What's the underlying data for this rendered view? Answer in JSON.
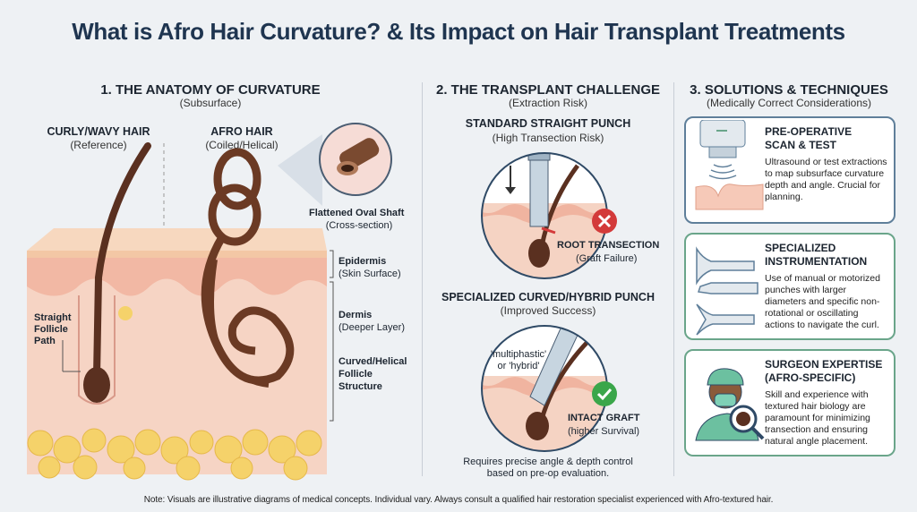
{
  "title": "What is Afro Hair Curvature? & Its Impact on Hair Transplant Treatments",
  "section1": {
    "heading": "1. THE ANATOMY OF CURVATURE",
    "subheading": "(Subsurface)",
    "curly": {
      "title": "CURLY/WAVY HAIR",
      "subtitle": "(Reference)"
    },
    "afro": {
      "title": "AFRO HAIR",
      "subtitle": "(Coiled/Helical)"
    },
    "shaft": {
      "title": "Flattened Oval Shaft",
      "subtitle": "(Cross-section)"
    },
    "epidermis": {
      "title": "Epidermis",
      "subtitle": "(Skin Surface)"
    },
    "dermis": {
      "title": "Dermis",
      "subtitle": "(Deeper Layer)"
    },
    "follicle": {
      "line1": "Curved/Helical",
      "line2": "Follicle",
      "line3": "Structure"
    },
    "straight": {
      "line1": "Straight",
      "line2": "Follicle",
      "line3": "Path"
    }
  },
  "section2": {
    "heading": "2. THE TRANSPLANT CHALLENGE",
    "subheading": "(Extraction Risk)",
    "standard": {
      "title": "STANDARD STRAIGHT PUNCH",
      "subtitle": "(High Transection Risk)",
      "result": "ROOT TRANSECTION",
      "result_sub": "(Graft Failure)"
    },
    "specialized": {
      "title": "SPECIALIZED CURVED/HYBRID PUNCH",
      "subtitle": "(Improved Success)",
      "tag1": "'multiphastic'",
      "tag2": "or 'hybrid'",
      "result": "INTACT GRAFT",
      "result_sub": "(higher Survival)"
    },
    "footnote1": "Requires precise angle & depth control",
    "footnote2": "based on pre-op evaluation."
  },
  "section3": {
    "heading": "3. SOLUTIONS & TECHNIQUES",
    "subheading": "(Medically Correct Considerations)",
    "cards": [
      {
        "title1": "PRE-OPERATIVE",
        "title2": "SCAN & TEST",
        "desc": "Ultrasound or test extractions to map subsurface curvature depth and angle. Crucial for planning.",
        "icon": "ultrasound-scan-icon"
      },
      {
        "title1": "SPECIALIZED",
        "title2": "INSTRUMENTATION",
        "desc": "Use of manual or motorized punches with larger diameters and specific non-rotational or oscillating actions to navigate the curl.",
        "icon": "punch-tools-icon"
      },
      {
        "title1": "SURGEON EXPERTISE",
        "title2": "(AFRO-SPECIFIC)",
        "desc": "Skill and experience with textured hair biology are paramount for minimizing transection and ensuring natural angle placement.",
        "icon": "surgeon-magnifier-icon"
      }
    ]
  },
  "note": "Note: Visuals are illustrative diagrams of medical concepts. Individual vary. Always consult a qualified hair restoration specialist experienced with Afro-textured hair.",
  "colors": {
    "title": "#1f3550",
    "hair": "#5a3020",
    "skin": "#f4cdb8",
    "fat": "#f5d26a",
    "fail": "#d33a3a",
    "success": "#3aa64a",
    "card_green": "#6aa58a",
    "card_blue": "#5f7f9a"
  }
}
